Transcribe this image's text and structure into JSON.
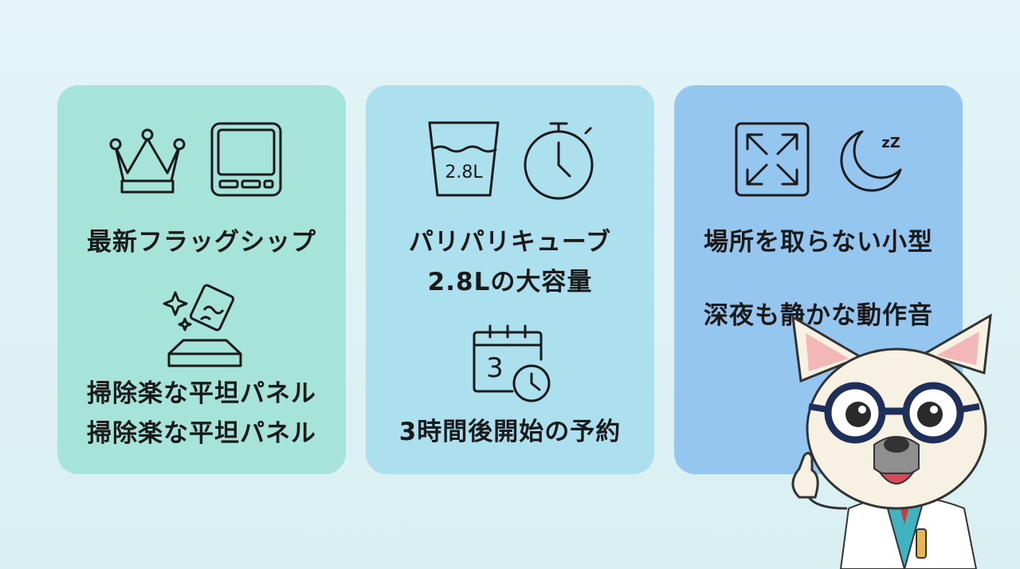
{
  "cards": [
    {
      "icons": [
        "crown-icon",
        "tablet-icon",
        "panel-clean-icon"
      ],
      "title": "最新フラッグシップ",
      "lines": [
        "掃除楽な平坦パネル",
        "掃除楽な平坦パネル"
      ]
    },
    {
      "icons": [
        "measuring-cup-icon",
        "stopwatch-icon",
        "calendar-timer-icon"
      ],
      "cup_label": "2.8L",
      "calendar_day": "3",
      "title_lines": [
        "パリパリキューブ",
        "2.8Lの大容量"
      ],
      "subtitle": "3時間後開始の予約"
    },
    {
      "icons": [
        "expand-arrows-icon",
        "moon-sleep-icon"
      ],
      "sleep_text": "zZ",
      "title": "場所を取らない小型",
      "subtitle": "深夜も静かな動作音"
    }
  ],
  "mascot": "bulldog-doctor-illustration",
  "colors": {
    "card1": "#a6e3d9",
    "card2": "#ace0ef",
    "card3": "#95c6ef",
    "background": "#e0f3f5"
  }
}
